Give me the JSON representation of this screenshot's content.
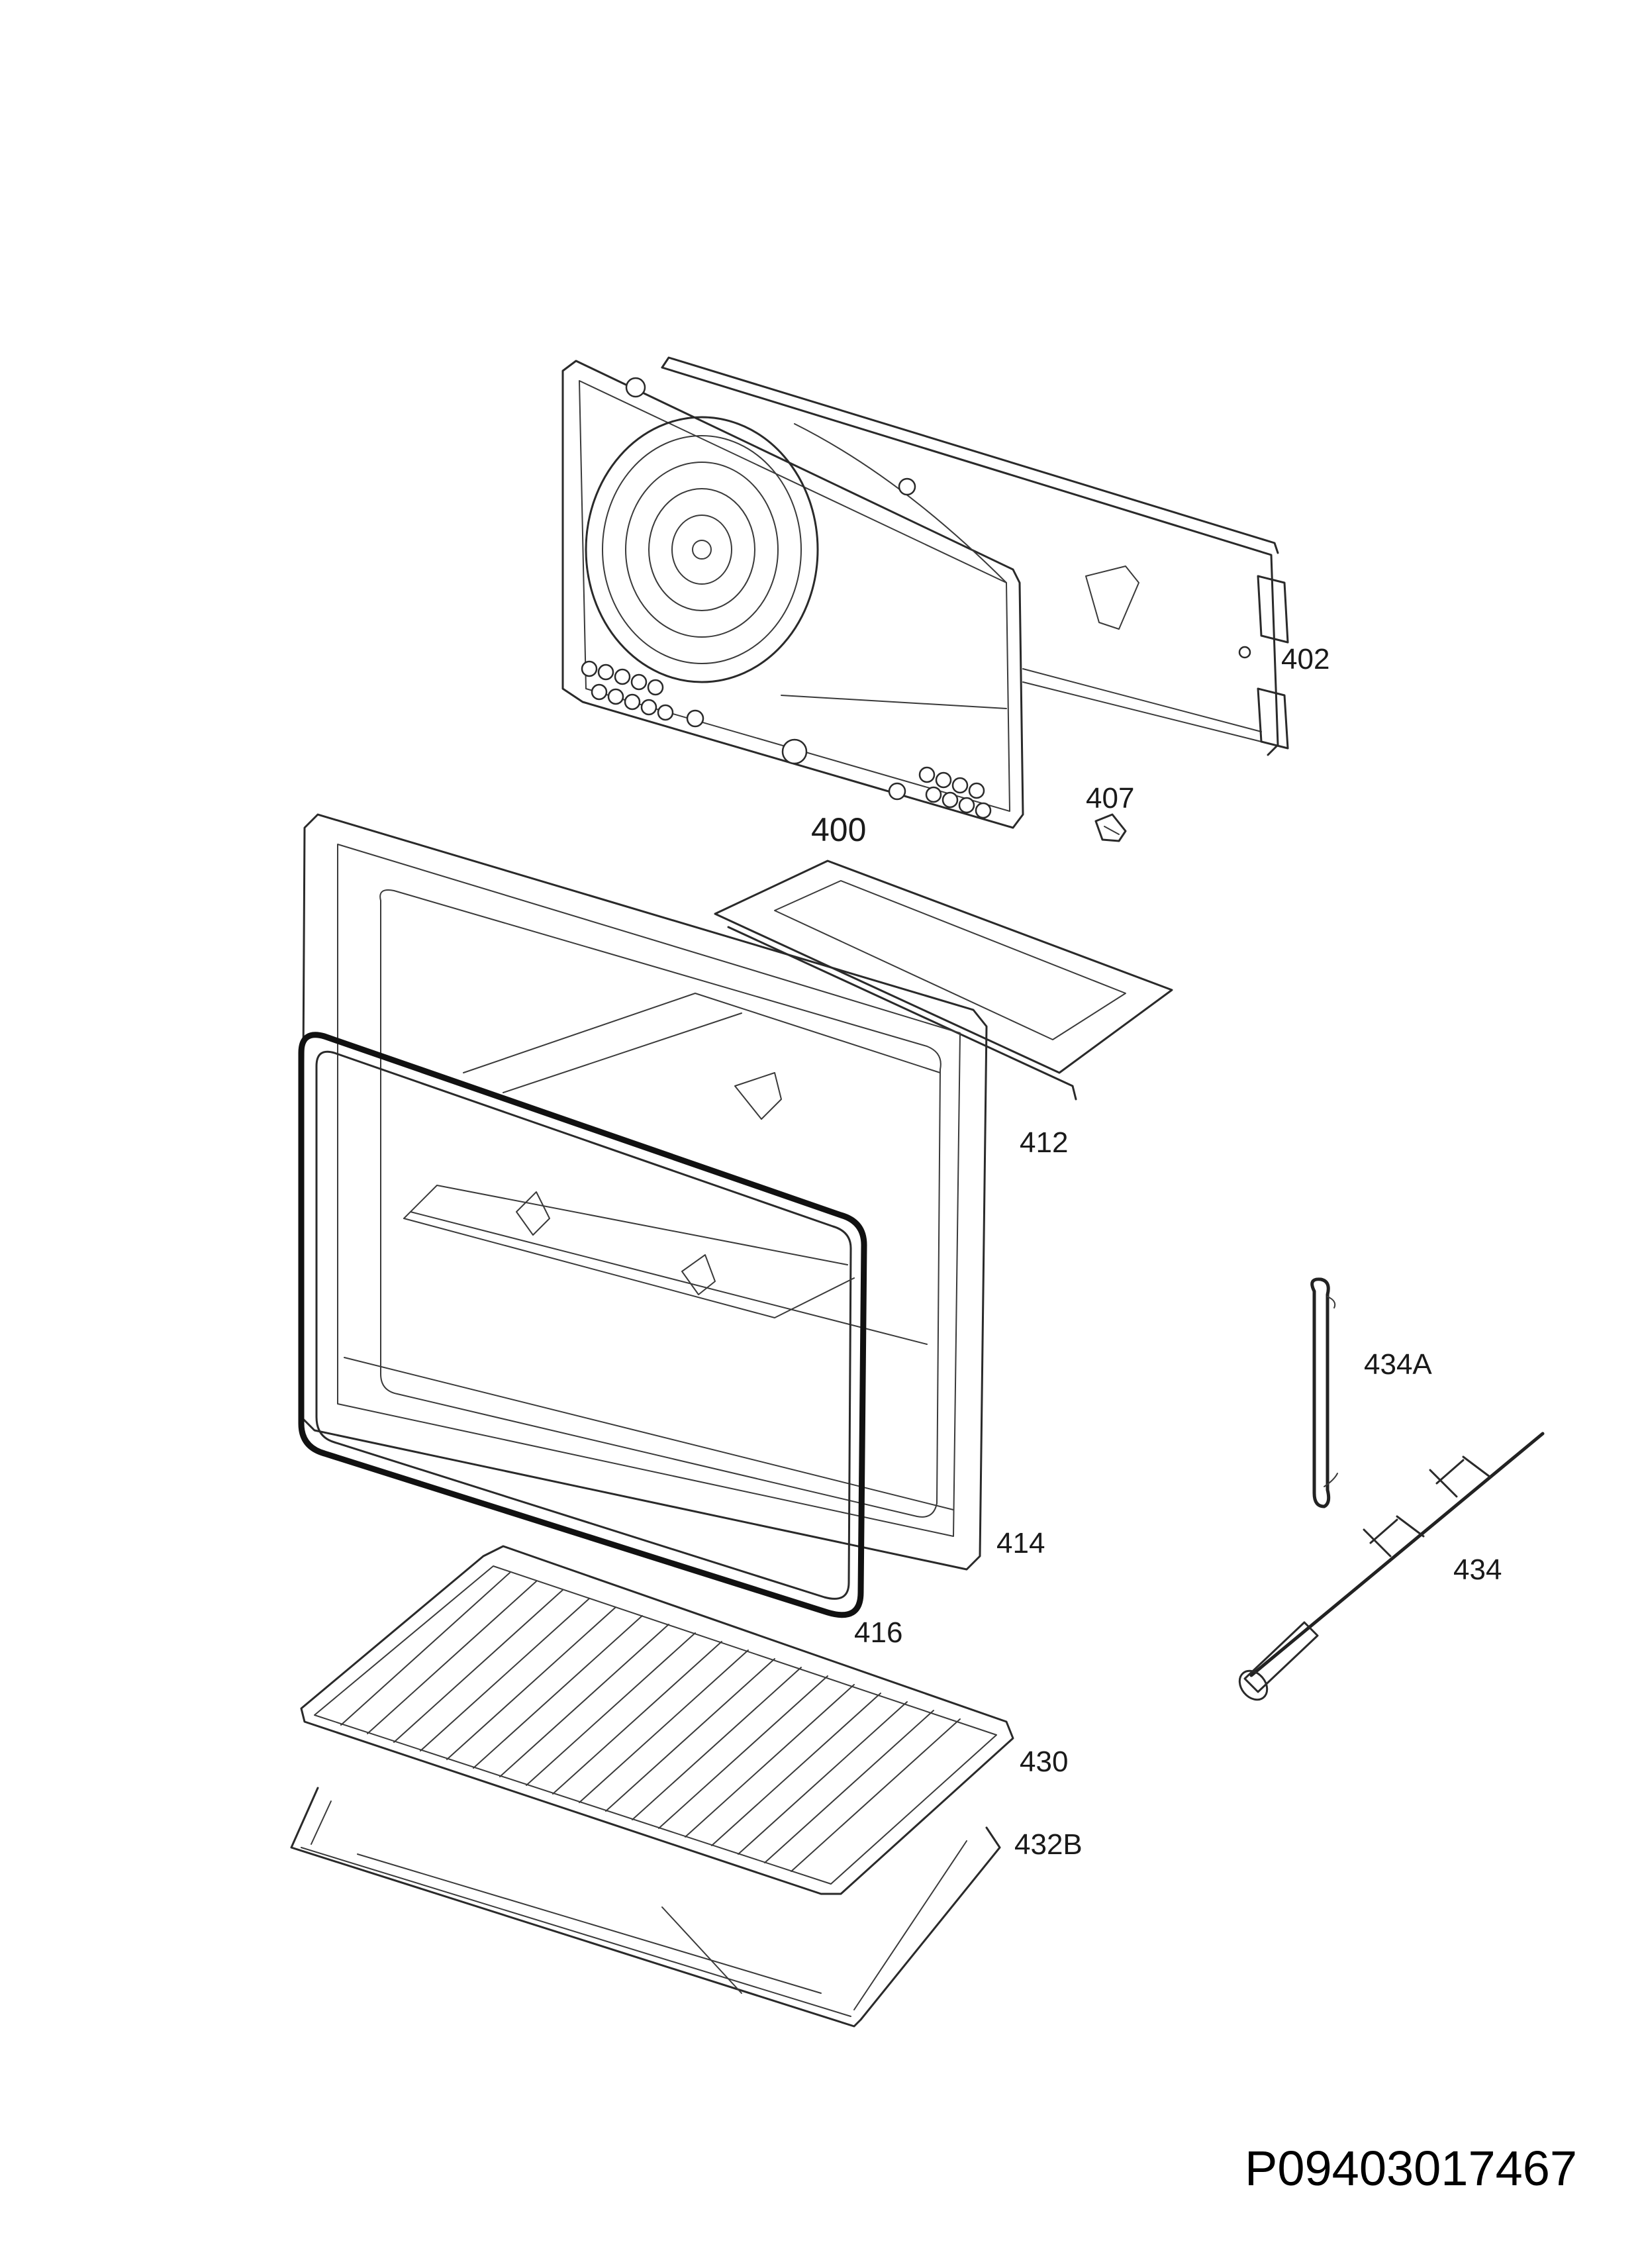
{
  "document_code": "P09403017467",
  "parts": {
    "p400": "400",
    "p402": "402",
    "p407": "407",
    "p412": "412",
    "p414": "414",
    "p416": "416",
    "p430": "430",
    "p432b": "432B",
    "p434a": "434A",
    "p434": "434"
  }
}
